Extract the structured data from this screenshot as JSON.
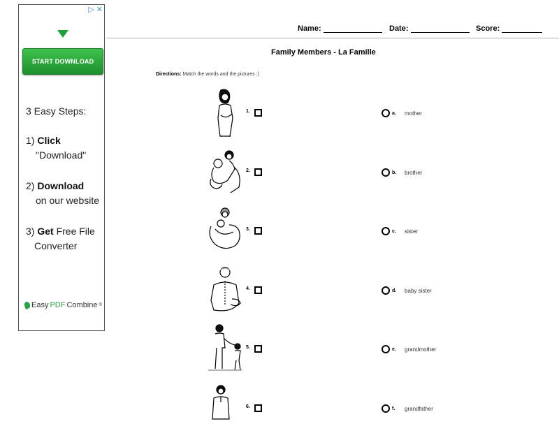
{
  "ad": {
    "close_icons": [
      "▷",
      "✕"
    ],
    "button_label": "START DOWNLOAD",
    "heading": "3 Easy Steps:",
    "step1_num": "1)",
    "step1_bold": "Click",
    "step1_rest": "\"Download\"",
    "step2_num": "2)",
    "step2_bold": "Download",
    "step2_rest": "on our website",
    "step3_num": "3)",
    "step3_bold": "Get",
    "step3_rest1": "Free File",
    "step3_rest2": "Converter",
    "logo_easy": "Easy",
    "logo_pdf": "PDF",
    "logo_combine": "Combine",
    "logo_tm": "®",
    "accent_color": "#22a03a"
  },
  "worksheet": {
    "name_label": "Name:",
    "date_label": "Date:",
    "score_label": "Score:",
    "title": "Family Members - La Famille",
    "directions_label": "Directions:",
    "directions_text": "Match the words and the pictures :)",
    "items": [
      {
        "number": "1.",
        "picture": "woman-icon"
      },
      {
        "number": "2.",
        "picture": "father-holding-baby-icon"
      },
      {
        "number": "3.",
        "picture": "grandmother-holding-baby-icon"
      },
      {
        "number": "4.",
        "picture": "grandfather-icon"
      },
      {
        "number": "5.",
        "picture": "man-and-child-icon"
      },
      {
        "number": "6.",
        "picture": "boy-icon"
      }
    ],
    "answers": [
      {
        "letter": "a.",
        "word": "mother"
      },
      {
        "letter": "b.",
        "word": "brother"
      },
      {
        "letter": "c.",
        "word": "sister"
      },
      {
        "letter": "d.",
        "word": "baby sister"
      },
      {
        "letter": "e.",
        "word": "grandmother"
      },
      {
        "letter": "f.",
        "word": "grandfather"
      }
    ]
  }
}
